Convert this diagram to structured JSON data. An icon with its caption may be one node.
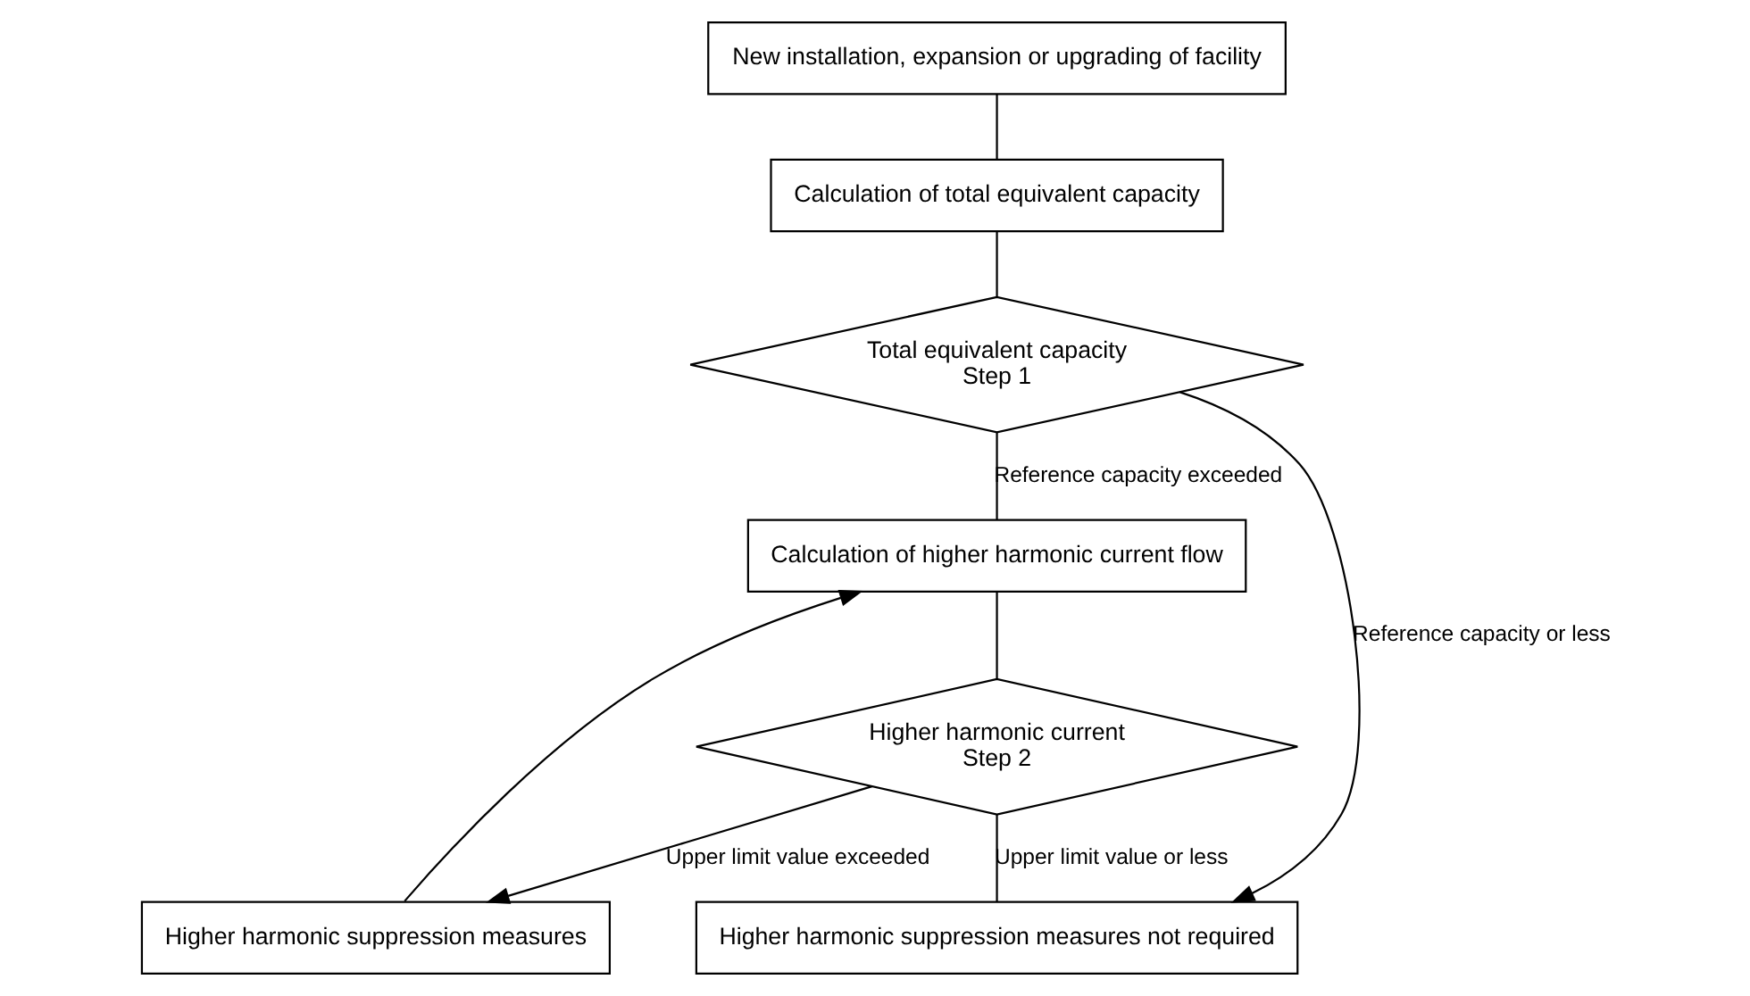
{
  "diagram": {
    "nodes": [
      {
        "text": [
          "New installation, expansion or upgrading of facility"
        ]
      },
      {
        "text": [
          "Calculation of total equivalent capacity"
        ]
      },
      {
        "text": [
          "Total equivalent capacity",
          "Step 1"
        ]
      },
      {
        "text": [
          "Calculation of higher harmonic current flow"
        ]
      },
      {
        "text": [
          "Higher harmonic current",
          "Step 2"
        ]
      },
      {
        "text": [
          "Higher harmonic suppression measures"
        ]
      },
      {
        "text": [
          "Higher harmonic suppression measures not required"
        ]
      }
    ],
    "edges": [
      {
        "from": 0,
        "to": 1,
        "arrow": "none"
      },
      {
        "from": 1,
        "to": 2,
        "arrow": "none"
      },
      {
        "from": 2,
        "to": 3,
        "arrow": "none",
        "label": "Reference capacity exceeded"
      },
      {
        "from": 2,
        "to": 6,
        "arrow": "to",
        "label": "Reference capacity or less"
      },
      {
        "from": 3,
        "to": 4,
        "arrow": "none"
      },
      {
        "from": 4,
        "to": 5,
        "arrow": "to",
        "label": "Upper limit value exceeded"
      },
      {
        "from": 4,
        "to": 6,
        "arrow": "none",
        "label": "Upper limit value or less"
      },
      {
        "from": 5,
        "to": 3,
        "arrow": "to"
      }
    ]
  }
}
